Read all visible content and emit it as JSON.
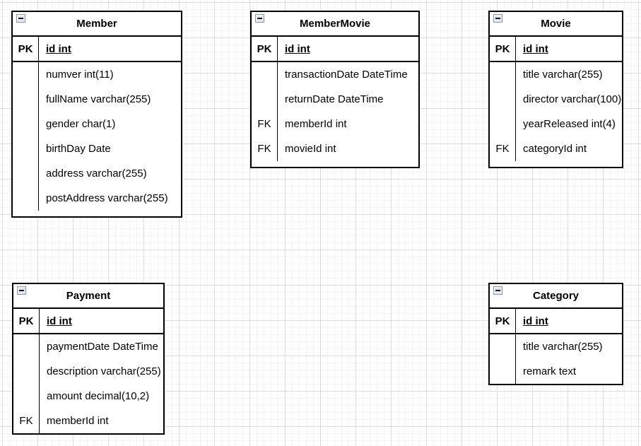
{
  "diagram": {
    "type": "entity-relationship",
    "colors": {
      "table_fill": "#ffffff",
      "table_border": "#000000",
      "text": "#000000",
      "grid_major_line": "#dcdcdc",
      "grid_minor_line": "#f4f4f4",
      "collapse_button_fill": "#e4e8ef",
      "collapse_button_border": "#8a94a2"
    },
    "entities": [
      {
        "id": "member",
        "title": "Member",
        "collapse_icon": "minus-icon",
        "primary_key": {
          "key": "PK",
          "field": "id int"
        },
        "rows": [
          {
            "key": "",
            "field": "numver int(11)"
          },
          {
            "key": "",
            "field": "fullName varchar(255)"
          },
          {
            "key": "",
            "field": "gender char(1)"
          },
          {
            "key": "",
            "field": "birthDay Date"
          },
          {
            "key": "",
            "field": "address varchar(255)"
          },
          {
            "key": "",
            "field": "postAddress varchar(255)"
          }
        ]
      },
      {
        "id": "member-movie",
        "title": "MemberMovie",
        "collapse_icon": "minus-icon",
        "primary_key": {
          "key": "PK",
          "field": "id int"
        },
        "rows": [
          {
            "key": "",
            "field": "transactionDate DateTime"
          },
          {
            "key": "",
            "field": "returnDate DateTime"
          },
          {
            "key": "FK",
            "field": "memberId int"
          },
          {
            "key": "FK",
            "field": "movieId int"
          }
        ]
      },
      {
        "id": "movie",
        "title": "Movie",
        "collapse_icon": "minus-icon",
        "primary_key": {
          "key": "PK",
          "field": "id int"
        },
        "rows": [
          {
            "key": "",
            "field": "title varchar(255)"
          },
          {
            "key": "",
            "field": "director varchar(100)"
          },
          {
            "key": "",
            "field": "yearReleased int(4)"
          },
          {
            "key": "FK",
            "field": "categoryId int"
          }
        ]
      },
      {
        "id": "payment",
        "title": "Payment",
        "collapse_icon": "minus-icon",
        "primary_key": {
          "key": "PK",
          "field": "id int"
        },
        "rows": [
          {
            "key": "",
            "field": "paymentDate DateTime"
          },
          {
            "key": "",
            "field": "description varchar(255)"
          },
          {
            "key": "",
            "field": "amount decimal(10,2)"
          },
          {
            "key": "FK",
            "field": "memberId int"
          }
        ]
      },
      {
        "id": "category",
        "title": "Category",
        "collapse_icon": "minus-icon",
        "primary_key": {
          "key": "PK",
          "field": "id int"
        },
        "rows": [
          {
            "key": "",
            "field": "title varchar(255)"
          },
          {
            "key": "",
            "field": "remark text"
          }
        ]
      }
    ]
  }
}
